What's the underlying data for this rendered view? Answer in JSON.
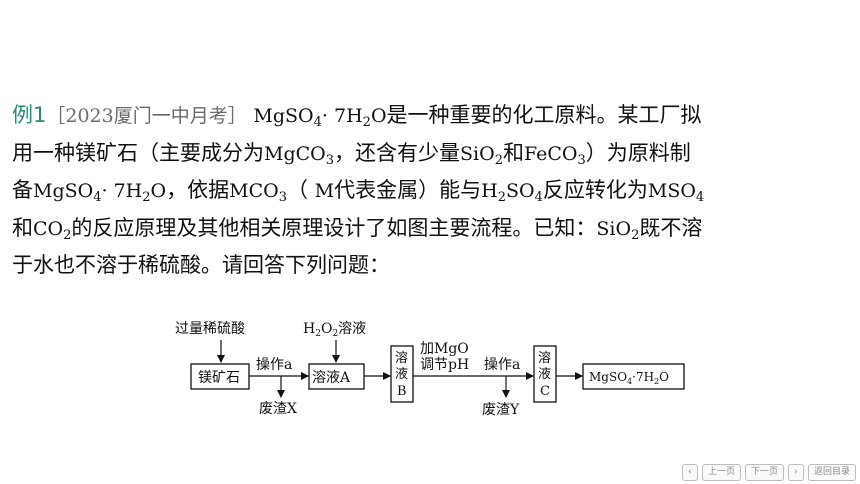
{
  "problem": {
    "label": "例1",
    "source": "［2023厦门一中月考］",
    "l1_chem1": "MgSO",
    "l1_sub1": "4",
    "l1_chem2": "· 7H",
    "l1_sub2": "2",
    "l1_chem3": "O",
    "l1_text1": "是一种重要的化工原料。某工厂拟",
    "l2_text1": "用一种镁矿石（主要成分为",
    "l2_chem1": "MgCO",
    "l2_sub1": "3",
    "l2_text2": "，还含有少量",
    "l2_chem2": "SiO",
    "l2_sub2": "2",
    "l2_text3": "和",
    "l2_chem3": "FeCO",
    "l2_sub3": "3",
    "l2_text4": "）为原料制",
    "l3_text1": "备",
    "l3_chem1": "MgSO",
    "l3_sub1": "4",
    "l3_chem2": "· 7H",
    "l3_sub2": "2",
    "l3_chem3": "O",
    "l3_text2": "，依据",
    "l3_chem4": "MCO",
    "l3_sub3": "3",
    "l3_text3": "（ ",
    "l3_chem5": "M",
    "l3_text4": "代表金属）能与",
    "l3_chem6": "H",
    "l3_sub4": "2",
    "l3_chem7": "SO",
    "l3_sub5": "4",
    "l3_text5": "反应转化为",
    "l3_chem8": "MSO",
    "l3_sub6": "4",
    "l4_text1": "和",
    "l4_chem1": "CO",
    "l4_sub1": "2",
    "l4_text2": "的反应原理及其他相关原理设计了如图主要流程。已知：",
    "l4_chem2": "SiO",
    "l4_sub2": "2",
    "l4_text3": "既不溶",
    "l5_text1": "于水也不溶于稀硫酸。请回答下列问题："
  },
  "flowchart": {
    "reagent1": "过量稀硫酸",
    "reagent2_main": "H",
    "reagent2_sub1": "2",
    "reagent2_mid": "O",
    "reagent2_sub2": "2",
    "reagent2_tail": "溶液",
    "box1": "镁矿石",
    "op1": "操作a",
    "waste1": "废渣X",
    "box2": "溶液A",
    "box3_c1": "溶",
    "box3_c2": "液",
    "box3_c3": "B",
    "adjust_l1": "加MgO",
    "adjust_l2": "调节pH",
    "op2": "操作a",
    "waste2": "废渣Y",
    "box4_c1": "溶",
    "box4_c2": "液",
    "box4_c3": "C",
    "product_a": "MgSO",
    "product_sub1": "4",
    "product_b": "·7H",
    "product_sub2": "2",
    "product_c": "O"
  },
  "nav": {
    "prev_arrow": "‹",
    "prev_page": "上一页",
    "next_page": "下一页",
    "next_arrow": "›",
    "back_to_toc": "返回目录"
  }
}
